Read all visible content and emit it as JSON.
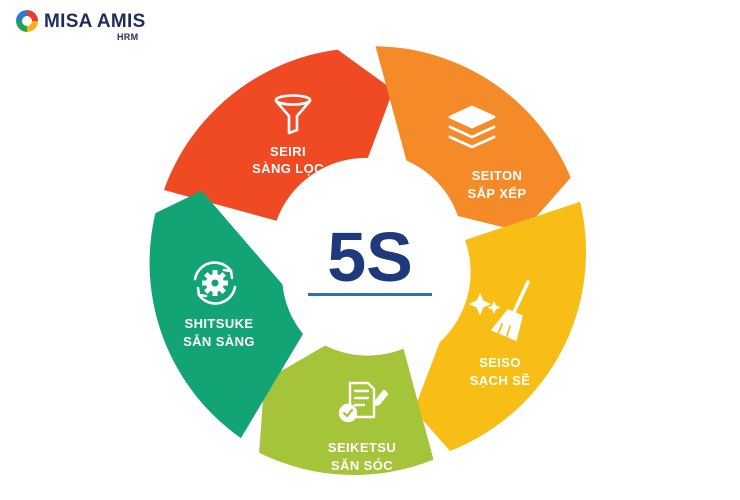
{
  "brand": {
    "name": "MISA AMIS",
    "sub": "HRM"
  },
  "center": {
    "label": "5S",
    "color": "#1f3a7a"
  },
  "segments": [
    {
      "title": "SEIRI",
      "subtitle": "SÀNG LỌC",
      "color": "#ef4a23",
      "icon": "funnel-icon"
    },
    {
      "title": "SEITON",
      "subtitle": "SẮP XẾP",
      "color": "#f58b28",
      "icon": "layers-icon"
    },
    {
      "title": "SEISO",
      "subtitle": "SẠCH SẼ",
      "color": "#f9be16",
      "icon": "broom-icon"
    },
    {
      "title": "SEIKETSU",
      "subtitle": "SĂN SÓC",
      "color": "#a6c439",
      "icon": "checklist-icon"
    },
    {
      "title": "SHITSUKE",
      "subtitle": "SẴN SÀNG",
      "color": "#12a474",
      "icon": "gear-cycle-icon"
    }
  ]
}
